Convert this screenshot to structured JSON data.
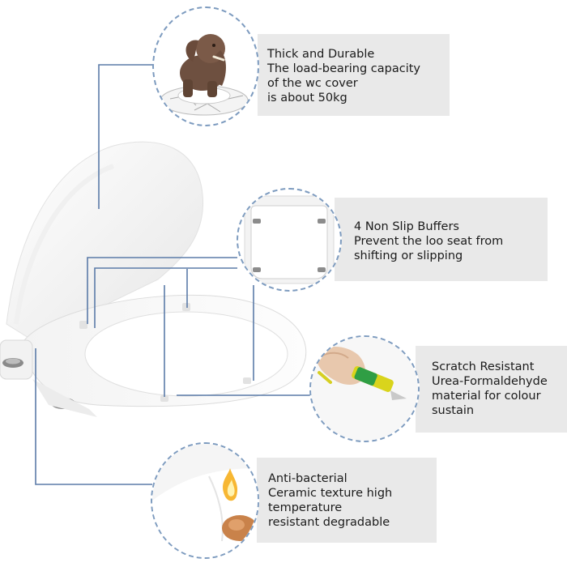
{
  "features": [
    {
      "id": "durable",
      "icon": "elephant-on-seat-icon",
      "lines": [
        "Thick and Durable",
        "The load-bearing capacity",
        "of the wc cover",
        "is about 50kg"
      ]
    },
    {
      "id": "buffers",
      "icon": "seat-buffers-icon",
      "lines": [
        "4 Non Slip Buffers",
        "Prevent the loo seat from",
        "shifting or slipping"
      ]
    },
    {
      "id": "scratch",
      "icon": "utility-knife-scratch-icon",
      "lines": [
        "Scratch Resistant",
        "Urea-Formaldehyde",
        "material for colour",
        "sustain"
      ]
    },
    {
      "id": "antibacterial",
      "icon": "flame-heat-icon",
      "lines": [
        "Anti-bacterial",
        "Ceramic texture high",
        "temperature",
        "resistant degradable"
      ]
    }
  ],
  "colors": {
    "panel": "#e9e9e9",
    "connector": "#5b7ba8",
    "badge_border": "#7d9bbf"
  }
}
